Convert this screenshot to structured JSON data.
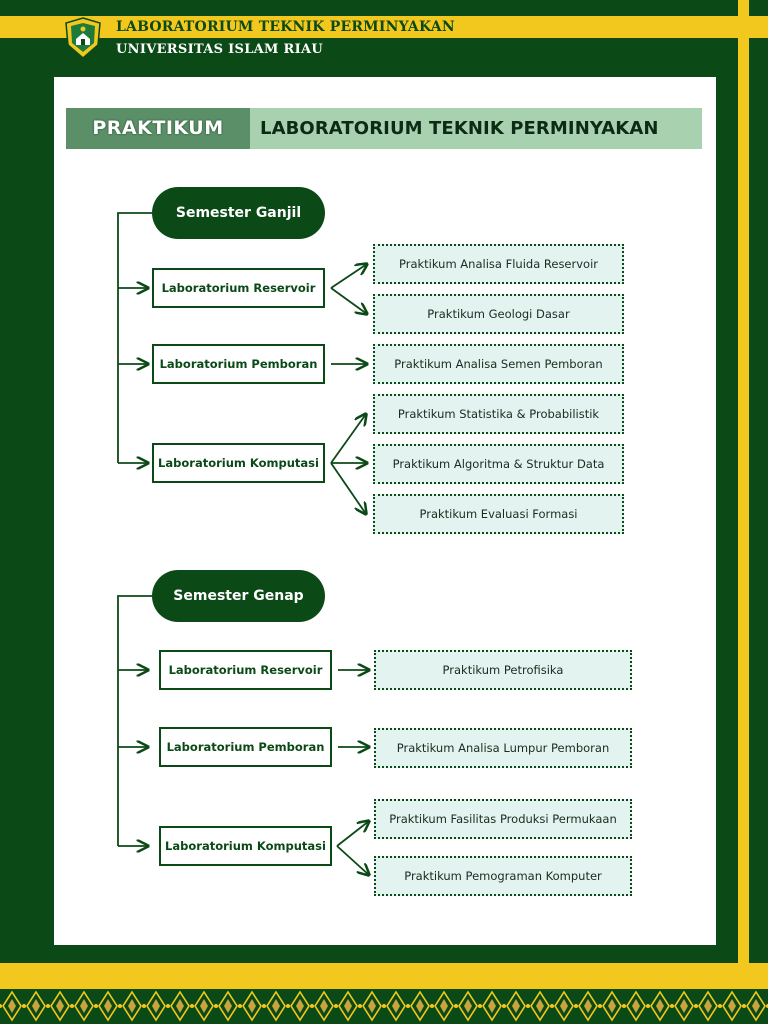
{
  "header": {
    "title": "LABORATORIUM TEKNIK PERMINYAKAN",
    "subtitle": "UNIVERSITAS ISLAM RIAU"
  },
  "title_bar": {
    "left": "PRAKTIKUM",
    "right": "LABORATORIUM TEKNIK PERMINYAKAN"
  },
  "colors": {
    "dark_green": "#0b4a17",
    "gold": "#f2c81e",
    "mint": "#e3f3ef"
  },
  "ganjil": {
    "label": "Semester Ganjil",
    "labs": [
      {
        "name": "Laboratorium Reservoir",
        "items": [
          "Praktikum Analisa Fluida Reservoir",
          "Praktikum Geologi Dasar"
        ]
      },
      {
        "name": "Laboratorium Pemboran",
        "items": [
          "Praktikum Analisa Semen Pemboran"
        ]
      },
      {
        "name": "Laboratorium Komputasi",
        "items": [
          "Praktikum Statistika & Probabilistik",
          "Praktikum Algoritma & Struktur Data",
          "Praktikum Evaluasi Formasi"
        ]
      }
    ]
  },
  "genap": {
    "label": "Semester Genap",
    "labs": [
      {
        "name": "Laboratorium Reservoir",
        "items": [
          "Praktikum Petrofisika"
        ]
      },
      {
        "name": "Laboratorium Pemboran",
        "items": [
          "Praktikum Analisa Lumpur Pemboran"
        ]
      },
      {
        "name": "Laboratorium Komputasi",
        "items": [
          "Praktikum Fasilitas Produksi Permukaan",
          "Praktikum Pemograman Komputer"
        ]
      }
    ]
  }
}
